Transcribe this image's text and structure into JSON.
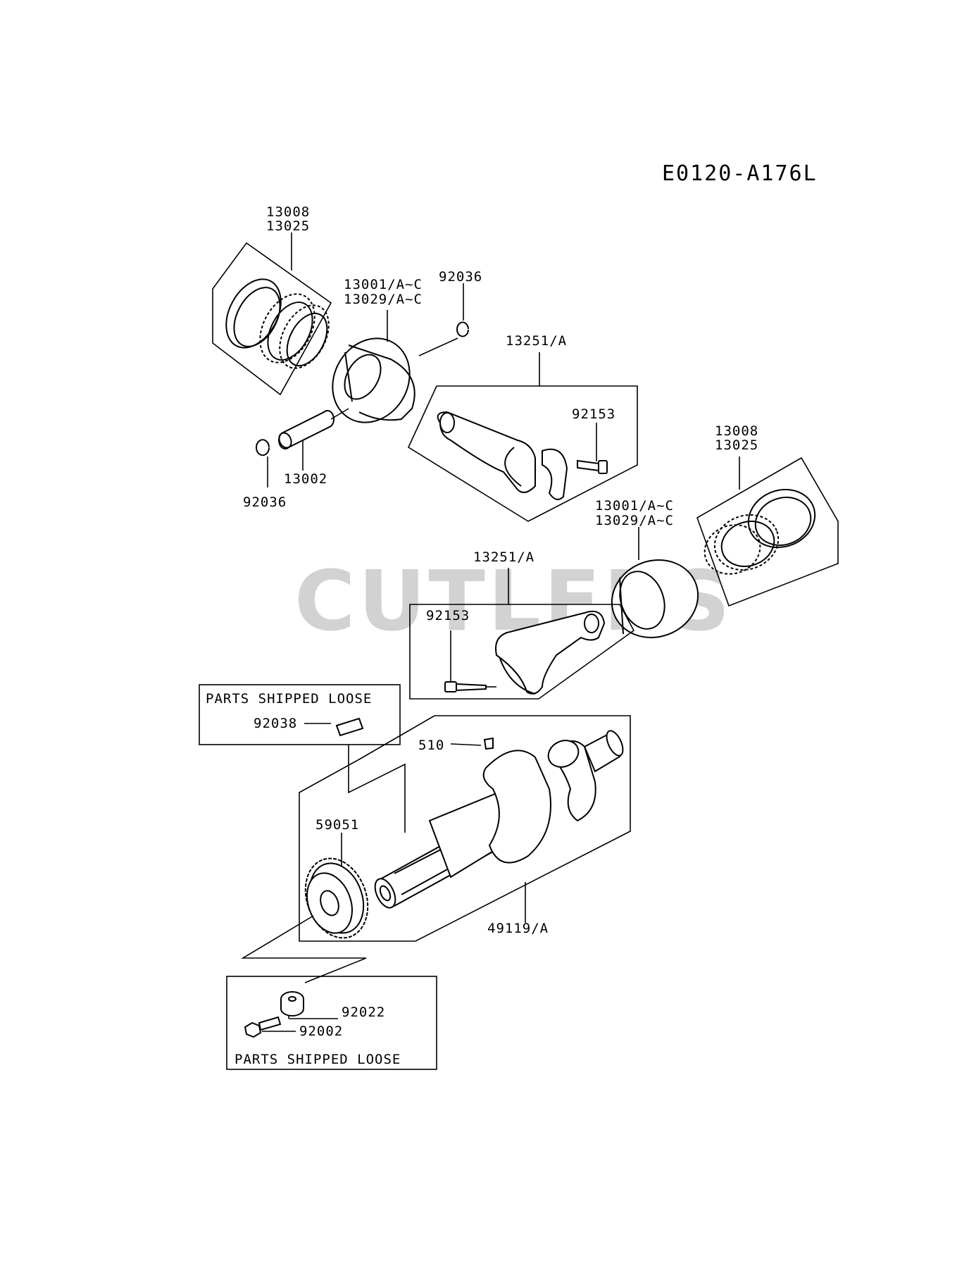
{
  "diagram_code": "E0120-A176L",
  "watermark": "CUTLERS",
  "labels": {
    "rings_left_a": "13008",
    "rings_left_b": "13025",
    "piston_left_a": "13001/A~C",
    "piston_left_b": "13029/A~C",
    "clip_top": "92036",
    "conrod_top": "13251/A",
    "bolt_top": "92153",
    "pin": "13002",
    "clip_bottom": "92036",
    "rings_right_a": "13008",
    "rings_right_b": "13025",
    "piston_right_a": "13001/A~C",
    "piston_right_b": "13029/A~C",
    "conrod_mid": "13251/A",
    "bolt_mid": "92153",
    "key_small": "510",
    "key_loose": "92038",
    "gear": "59051",
    "crankshaft": "49119/A",
    "washer": "92022",
    "bolt_bottom": "92002"
  },
  "boxes": {
    "loose_top_title": "PARTS SHIPPED LOOSE",
    "loose_bottom_title": "PARTS SHIPPED LOOSE"
  }
}
